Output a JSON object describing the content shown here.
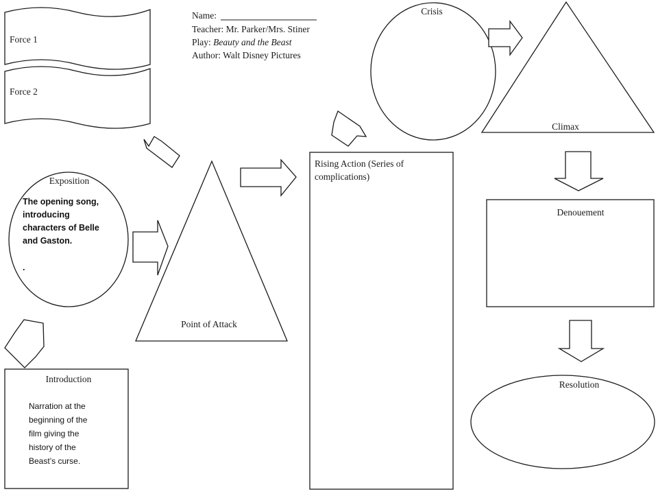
{
  "header": {
    "name_label": "Name:",
    "teacher": "Teacher: Mr. Parker/Mrs. Stiner",
    "play_label": "Play: ",
    "play_title": "Beauty and the Beast",
    "author": "Author: Walt Disney Pictures"
  },
  "scrolls": {
    "force1": "Force 1",
    "force2": "Force 2"
  },
  "exposition": {
    "title": "Exposition",
    "lines": [
      "The opening song,",
      "introducing",
      "characters of Belle",
      "and Gaston."
    ],
    "extra": "."
  },
  "introduction": {
    "title": "Introduction",
    "lines": [
      "Narration at the",
      "beginning of the",
      "film giving the",
      "history of the",
      "Beast’s curse."
    ]
  },
  "point_of_attack": {
    "title": "Point of Attack"
  },
  "rising_action": {
    "lines": [
      "Rising Action (Series of",
      "complications)"
    ]
  },
  "crisis": {
    "title": "Crisis"
  },
  "climax": {
    "title": "Climax"
  },
  "denouement": {
    "title": "Denouement"
  },
  "resolution": {
    "title": "Resolution"
  }
}
